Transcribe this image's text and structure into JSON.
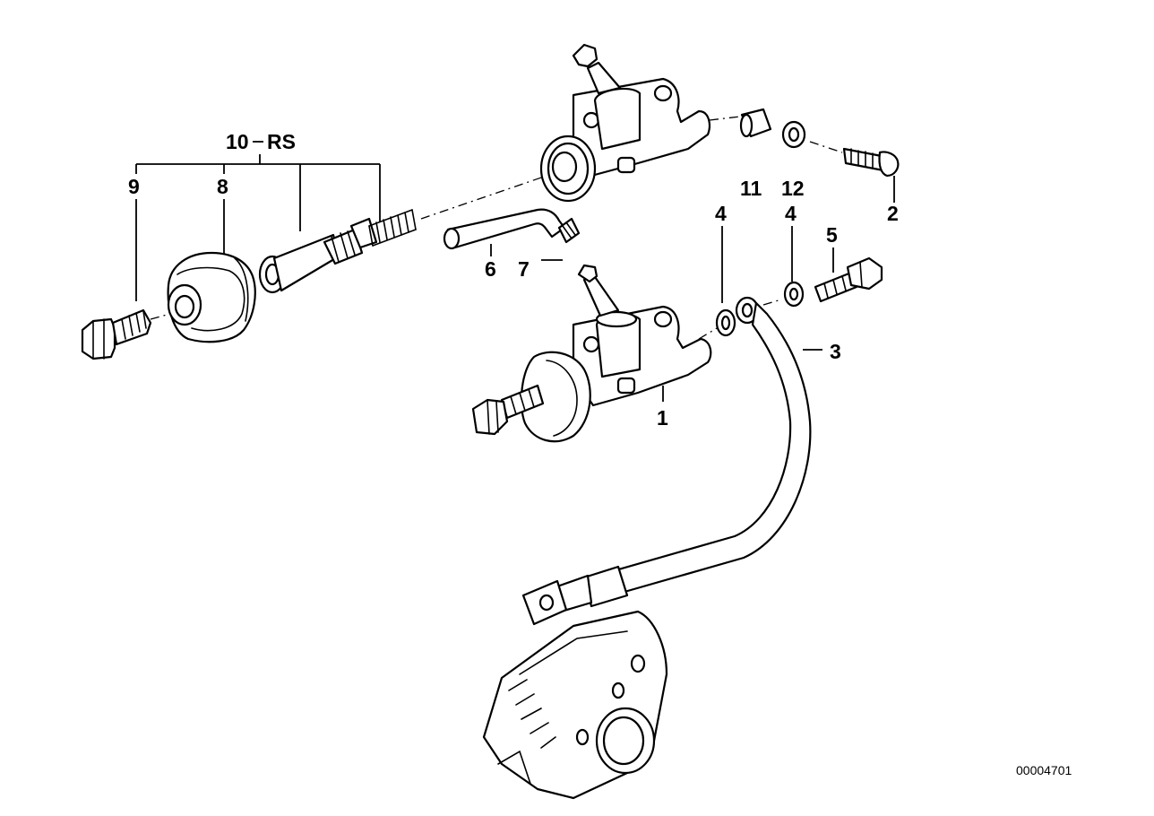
{
  "diagram": {
    "labels": {
      "p1": "1",
      "p2": "2",
      "p3": "3",
      "p4a": "4",
      "p4b": "4",
      "p5": "5",
      "p6": "6",
      "p7": "7",
      "p8": "8",
      "p9": "9",
      "p10": "10",
      "p10_suffix": "RS",
      "p11": "11",
      "p12": "12"
    },
    "drawing_number": "00004701"
  },
  "colors": {
    "ink": "#000000",
    "paper": "#ffffff"
  }
}
